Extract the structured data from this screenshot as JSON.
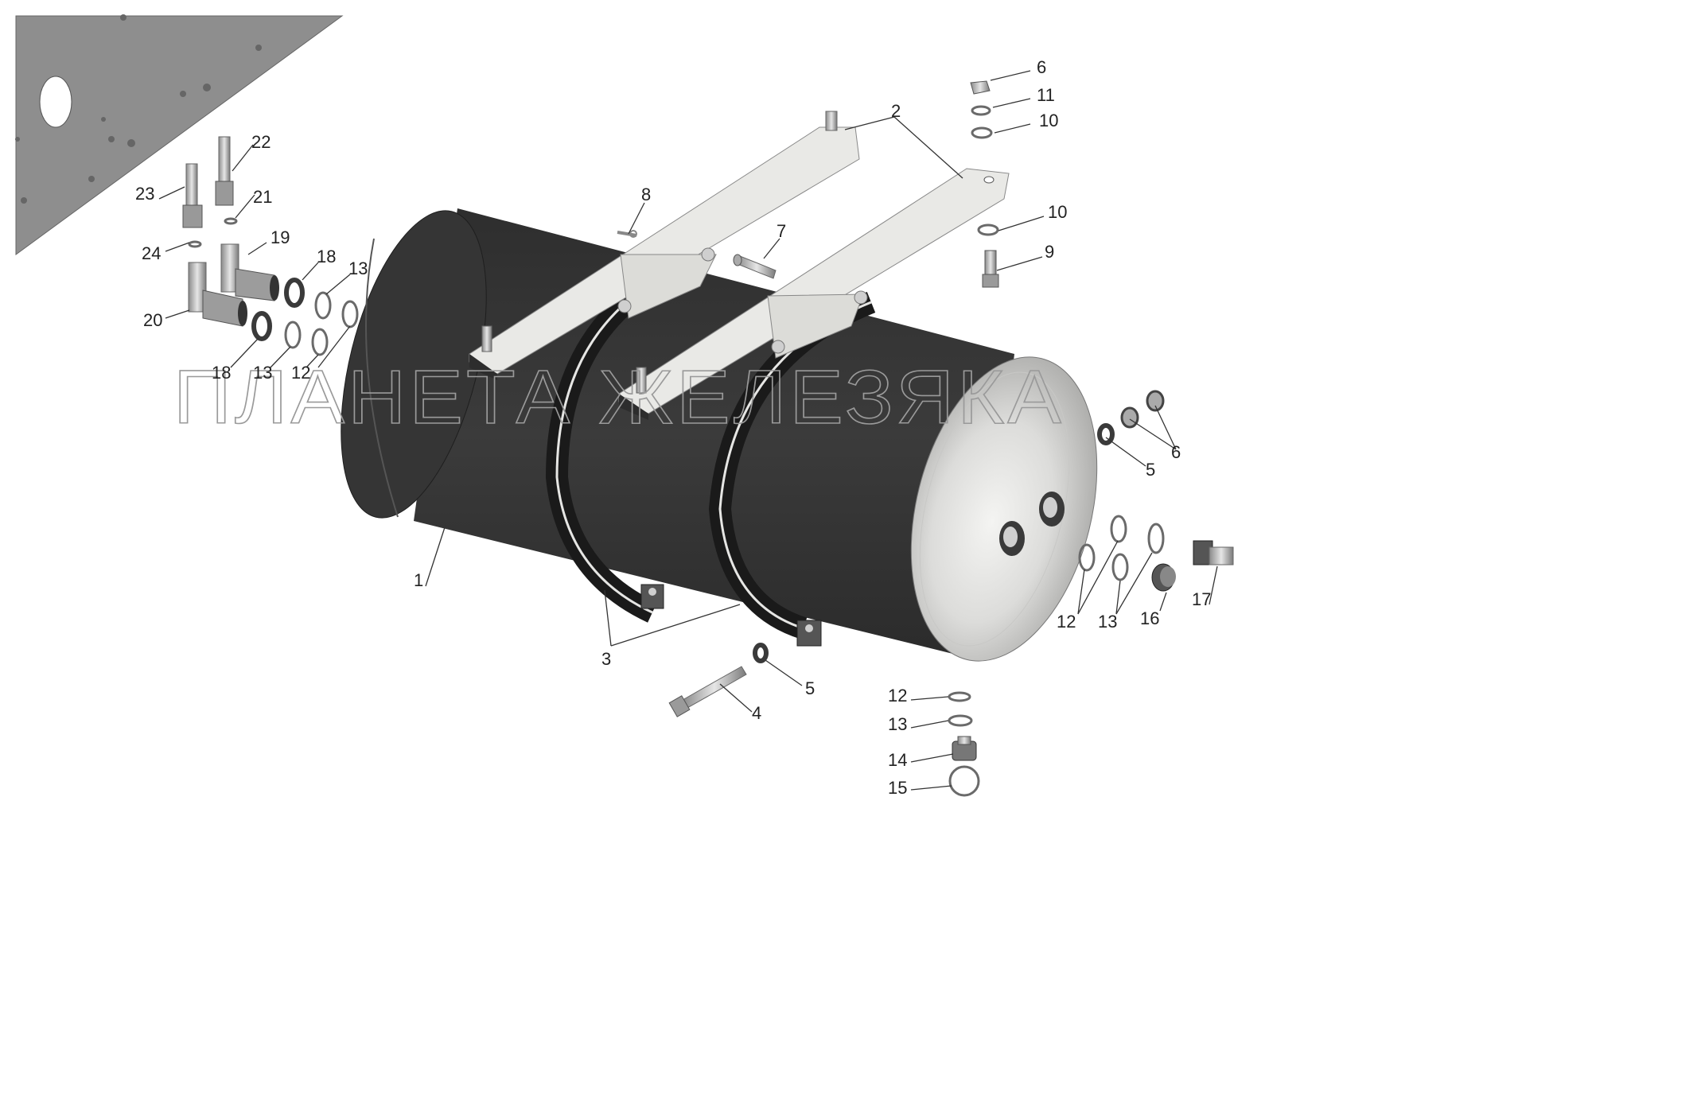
{
  "watermark": "ПЛАНЕТА ЖЕЛЕЗЯКА",
  "colors": {
    "background": "#ffffff",
    "tank_dark": "#303030",
    "tank_mid": "#3c3c3c",
    "strap_light": "#e9e9e6",
    "frame_plate": "#8e8e8e",
    "metal": "#bdbdbd",
    "leader": "#333333"
  },
  "parts": [
    {
      "id": "1",
      "name": "air-tank"
    },
    {
      "id": "2",
      "name": "bracket"
    },
    {
      "id": "3",
      "name": "strap-clamp"
    },
    {
      "id": "4",
      "name": "bolt-long"
    },
    {
      "id": "5",
      "name": "washer"
    },
    {
      "id": "6",
      "name": "nut"
    },
    {
      "id": "7",
      "name": "pin"
    },
    {
      "id": "8",
      "name": "cotter-pin"
    },
    {
      "id": "9",
      "name": "bolt"
    },
    {
      "id": "10",
      "name": "flat-washer"
    },
    {
      "id": "11",
      "name": "spring-washer"
    },
    {
      "id": "12",
      "name": "sealing-ring"
    },
    {
      "id": "13",
      "name": "gasket"
    },
    {
      "id": "14",
      "name": "drain-valve"
    },
    {
      "id": "15",
      "name": "drain-valve-ring"
    },
    {
      "id": "16",
      "name": "plug"
    },
    {
      "id": "17",
      "name": "fitting"
    },
    {
      "id": "18",
      "name": "nut-fitting"
    },
    {
      "id": "19",
      "name": "angle-fitting-a"
    },
    {
      "id": "20",
      "name": "angle-fitting-b"
    },
    {
      "id": "21",
      "name": "o-ring-small"
    },
    {
      "id": "22",
      "name": "connector-a"
    },
    {
      "id": "23",
      "name": "connector-b"
    },
    {
      "id": "24",
      "name": "o-ring-small-b"
    }
  ],
  "callouts": {
    "c1": "1",
    "c2": "2",
    "c3": "3",
    "c4": "4",
    "c5a": "5",
    "c5b": "5",
    "c6a": "6",
    "c6b": "6",
    "c7": "7",
    "c8": "8",
    "c9": "9",
    "c10a": "10",
    "c10b": "10",
    "c11": "11",
    "c12a": "12",
    "c12b": "12",
    "c12c": "12",
    "c13a": "13",
    "c13b": "13",
    "c13c": "13",
    "c13d": "13",
    "c14": "14",
    "c15": "15",
    "c16": "16",
    "c17": "17",
    "c18a": "18",
    "c18b": "18",
    "c19": "19",
    "c20": "20",
    "c21": "21",
    "c22": "22",
    "c23": "23",
    "c24": "24"
  }
}
